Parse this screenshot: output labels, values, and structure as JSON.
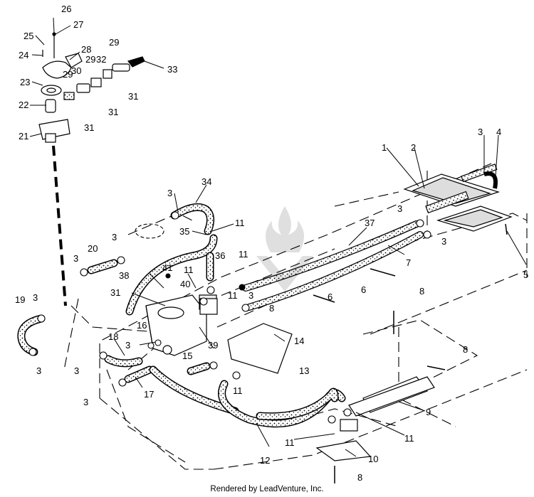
{
  "footer": "Rendered by LeadVenture, Inc.",
  "watermark_text": "LEADVENTURE",
  "callouts": [
    "1",
    "2",
    "3",
    "4",
    "5",
    "6",
    "7",
    "8",
    "9",
    "10",
    "11",
    "12",
    "13",
    "14",
    "15",
    "16",
    "17",
    "18",
    "19",
    "20",
    "21",
    "22",
    "23",
    "24",
    "25",
    "26",
    "27",
    "28",
    "29",
    "30",
    "31",
    "32",
    "33",
    "34",
    "35",
    "36",
    "37",
    "38",
    "39",
    "40",
    "41"
  ],
  "labels": [
    "26",
    "27",
    "25",
    "24",
    "28",
    "32",
    "29",
    "29",
    "23",
    "30",
    "29",
    "22",
    "31",
    "31",
    "21",
    "33",
    "31",
    "1",
    "2",
    "3",
    "4",
    "5",
    "3",
    "3",
    "34",
    "3",
    "35",
    "11",
    "37",
    "36",
    "11",
    "7",
    "20",
    "3",
    "3",
    "38",
    "41",
    "11",
    "40",
    "31",
    "11",
    "6",
    "6",
    "3",
    "8",
    "8",
    "19",
    "3",
    "16",
    "3",
    "14",
    "3",
    "18",
    "39",
    "15",
    "8",
    "3",
    "3",
    "11",
    "13",
    "17",
    "12",
    "11",
    "11",
    "10",
    "8",
    "9"
  ]
}
